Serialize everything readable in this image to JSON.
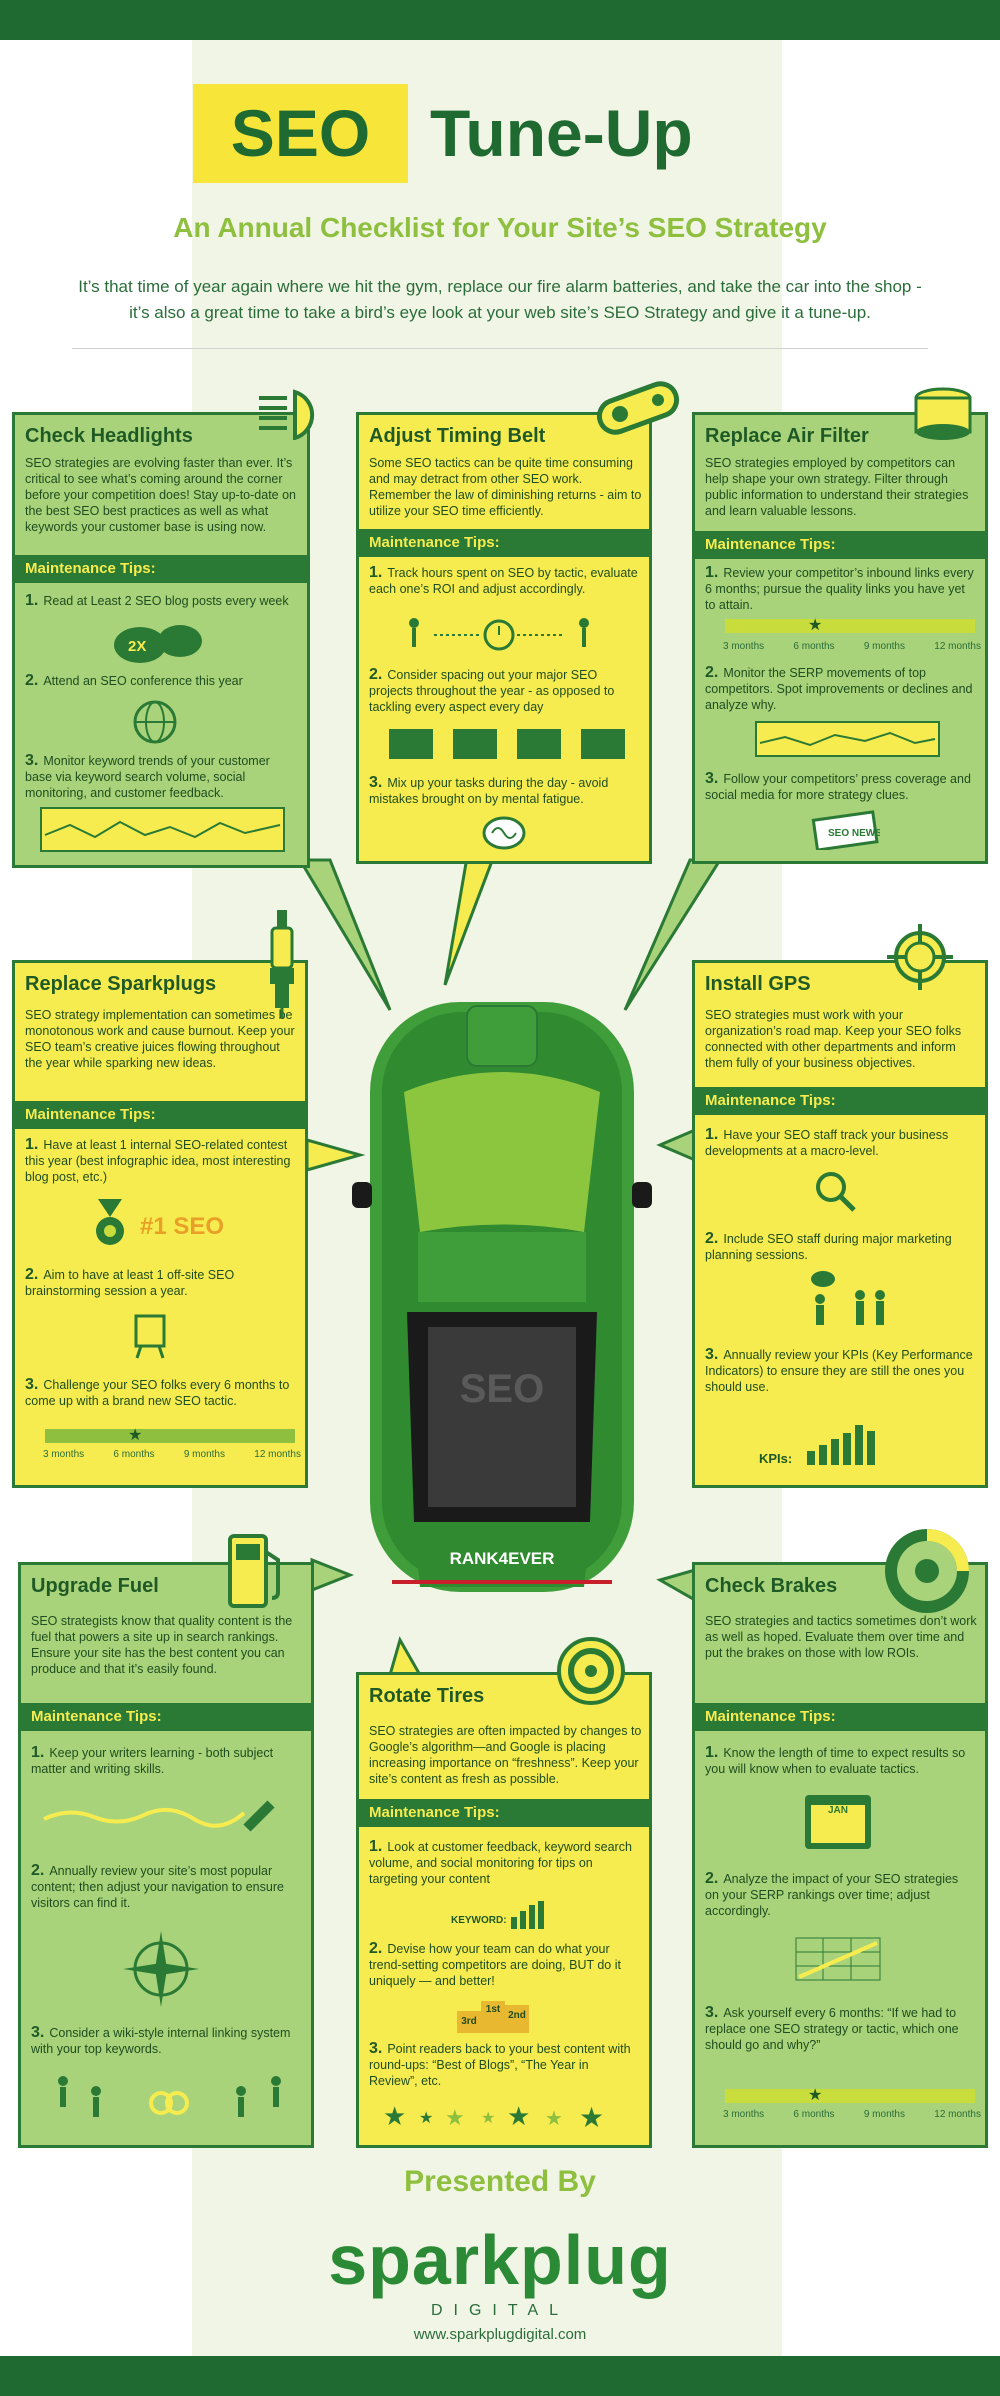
{
  "header": {
    "title_highlight": "SEO",
    "title_rest": "Tune-Up",
    "subtitle": "An Annual Checklist for Your Site’s SEO Strategy",
    "intro": "It’s that time of year again where we hit the gym, replace our fire alarm batteries, and take the car into the shop - it’s also a great time to take a bird’s eye look at your web site’s SEO Strategy and give it a tune-up."
  },
  "tips_label": "Maintenance Tips:",
  "timeline_labels": [
    "3 months",
    "6 months",
    "9 months",
    "12 months"
  ],
  "headlights": {
    "title": "Check Headlights",
    "desc": "SEO strategies are evolving faster than ever. It’s critical to see what’s coming around the corner before your competition does! Stay up-to-date on the best SEO best practices as well as what keywords your customer base is using now.",
    "tip1": "Read at Least 2 SEO blog posts every week",
    "tip2": "Attend an SEO conference this year",
    "tip3": "Monitor keyword trends of your customer base via keyword search volume, social monitoring, and customer feedback.",
    "badge": "2X"
  },
  "timing_belt": {
    "title": "Adjust Timing Belt",
    "desc": "Some SEO tactics can be quite time consuming and may detract from other SEO work. Remember the law of diminishing returns - aim to utilize your SEO time efficiently.",
    "tip1": "Track hours spent on SEO by tactic, evaluate each one’s ROI and adjust accordingly.",
    "tip2": "Consider spacing out your major SEO projects throughout the year - as opposed to tackling every aspect every day",
    "tip3": "Mix up your tasks during the day - avoid mistakes brought on by mental fatigue."
  },
  "air_filter": {
    "title": "Replace Air Filter",
    "desc": "SEO strategies employed by competitors can help shape your own strategy. Filter through public information to understand their strategies and learn valuable lessons.",
    "tip1": "Review your competitor’s inbound links every 6 months; pursue the quality links you have yet to attain.",
    "tip2": "Monitor the SERP movements of top competitors. Spot improvements or declines and analyze why.",
    "tip3": "Follow your competitors’ press coverage and social media for more strategy clues.",
    "news_label": "SEO NEWS"
  },
  "sparkplugs": {
    "title": "Replace Sparkplugs",
    "desc": "SEO strategy implementation can sometimes be monotonous work and cause burnout. Keep your SEO team’s creative juices flowing throughout the year while sparking new ideas.",
    "tip1": "Have at least 1 internal SEO-related contest this year (best infographic idea, most interesting blog post, etc.)",
    "tip2": "Aim to have at least 1 off-site SEO brainstorming session a year.",
    "tip3": "Challenge your SEO folks every 6 months to come up with a brand new SEO tactic.",
    "award": "#1 SEO"
  },
  "gps": {
    "title": "Install GPS",
    "desc": "SEO strategies must work with your organization’s road map. Keep your SEO folks connected with other departments and inform them fully of your business objectives.",
    "tip1": "Have your SEO staff track your business developments at a macro-level.",
    "tip2": "Include SEO staff during major marketing planning sessions.",
    "tip3": "Annually review your KPIs (Key Performance Indicators) to ensure they are still the ones you should use.",
    "kpi_label": "KPIs:"
  },
  "fuel": {
    "title": "Upgrade Fuel",
    "desc": "SEO strategists know that quality content is the fuel that powers a site up in search rankings. Ensure your site has the best content you can produce and that it’s easily found.",
    "tip1": "Keep your writers learning - both subject matter and writing skills.",
    "tip2": "Annually review your site’s most popular content; then adjust your navigation to ensure visitors can find it.",
    "tip3": "Consider a wiki-style internal linking system with your top keywords."
  },
  "tires": {
    "title": "Rotate Tires",
    "desc": "SEO strategies are often impacted by changes to Google’s algorithm—and Google is placing increasing importance on “freshness”. Keep your site’s content as fresh as possible.",
    "tip1": "Look at customer feedback, keyword search volume, and social monitoring for tips on targeting your content",
    "tip2": "Devise how your team can do what your trend-setting competitors are doing, BUT do it uniquely — and better!",
    "tip3": "Point readers back to your best content with round-ups: “Best of Blogs”, “The Year in Review”, etc.",
    "keyword_label": "KEYWORD:",
    "podium": [
      "3rd",
      "1st",
      "2nd"
    ]
  },
  "brakes": {
    "title": "Check Brakes",
    "desc": "SEO strategies and tactics sometimes don’t work as well as hoped. Evaluate them over time and put the brakes on those with low ROIs.",
    "tip1": "Know the length of time to expect results so you will know when to evaluate tactics.",
    "tip2": "Analyze the impact of your SEO strategies on your SERP rankings over time; adjust accordingly.",
    "tip3": "Ask yourself every 6 months: “If we had to replace one SEO strategy or tactic, which one should go and why?”",
    "calendar": "JAN"
  },
  "car": {
    "windshield_text": "SEO",
    "plate": "RANK4EVER"
  },
  "footer": {
    "presented": "Presented By",
    "logo": "sparkplug",
    "logo_sub": "DIGITAL",
    "website": "www.sparkplugdigital.com"
  },
  "colors": {
    "dark_green": "#1f6a30",
    "panel_green": "#a9d37a",
    "panel_yellow": "#f7ec4f",
    "accent_lime": "#8fbf3e"
  }
}
